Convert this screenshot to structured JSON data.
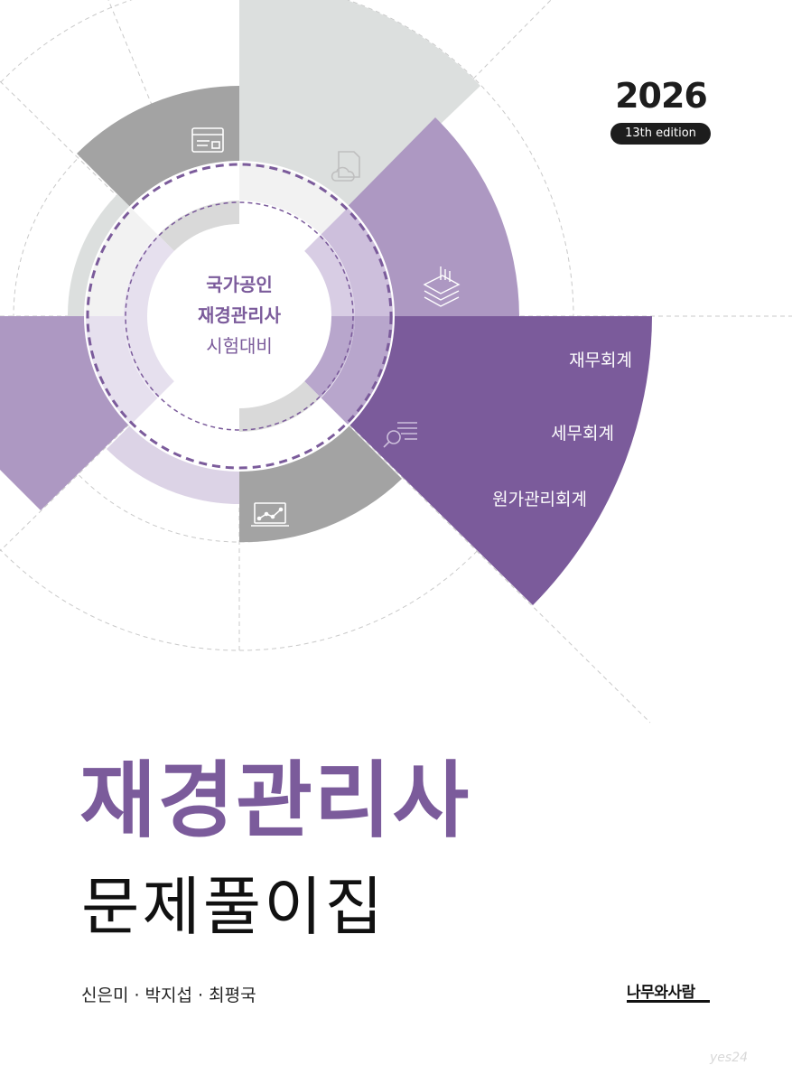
{
  "year": "2026",
  "edition": "13th edition",
  "center_lines": [
    "국가공인",
    "재경관리사",
    "시험대비"
  ],
  "subjects": [
    "재무회계",
    "세무회계",
    "원가관리회계"
  ],
  "title": "재경관리사",
  "subtitle": "문제풀이집",
  "authors": "신은미 · 박지섭 · 최평국",
  "publisher": "나무와사람",
  "watermark": "yes24",
  "colors": {
    "accent": "#7b5b9b",
    "purple_mid": "#ad98c2",
    "purple_light": "#cdbfdc",
    "gray_light": "#dcdfde",
    "gray_mid": "#a3a3a3",
    "text_dark": "#111111"
  },
  "icons": [
    "browser-lock-icon",
    "cloud-document-icon",
    "stacked-chart-icon",
    "search-document-icon",
    "laptop-chart-icon"
  ]
}
